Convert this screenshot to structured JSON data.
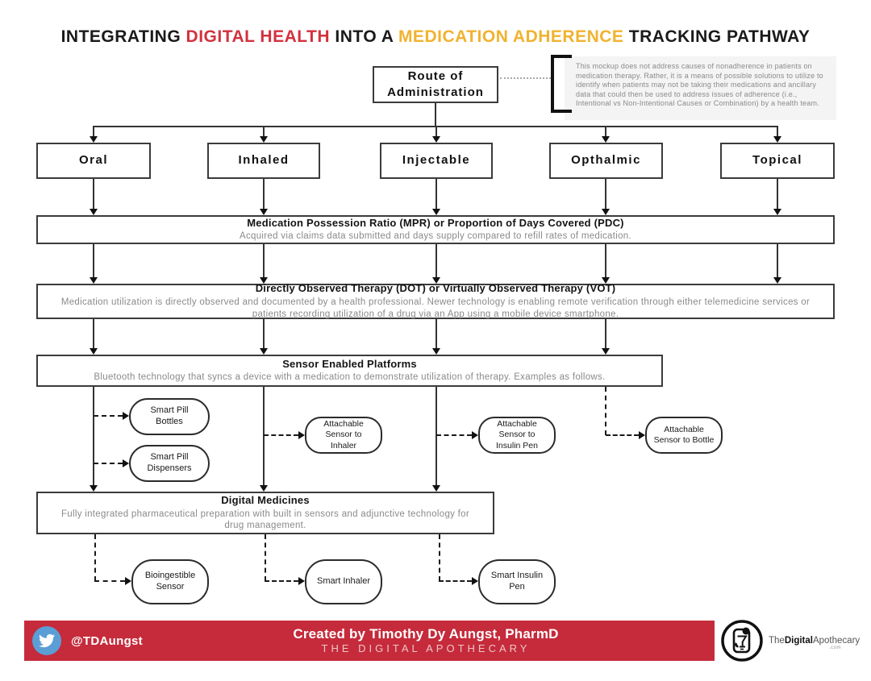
{
  "title": {
    "parts": [
      {
        "text": "INTEGRATING ",
        "color": "#1a1a1a"
      },
      {
        "text": "DIGITAL HEALTH",
        "color": "#d2323e"
      },
      {
        "text": " INTO A ",
        "color": "#1a1a1a"
      },
      {
        "text": "MEDICATION ADHERENCE",
        "color": "#f1b22f"
      },
      {
        "text": " TRACKING PATHWAY",
        "color": "#1a1a1a"
      }
    ]
  },
  "root": {
    "label": "Route of\nAdministration"
  },
  "note": {
    "text": "This mockup does not address causes of nonadherence in patients on medication therapy. Rather, it is a means of possible solutions to utilize to identify when patients may not be taking their medications and ancillary data that could then be used to address issues of adherence (i.e., Intentional vs Non-Intentional Causes or Combination) by a health team."
  },
  "routes": [
    {
      "label": "Oral"
    },
    {
      "label": "Inhaled"
    },
    {
      "label": "Injectable"
    },
    {
      "label": "Opthalmic"
    },
    {
      "label": "Topical"
    }
  ],
  "stages": [
    {
      "title": "Medication Possession Ratio (MPR) or Proportion of Days Covered (PDC)",
      "description": "Acquired via claims data submitted and days supply compared to refill rates of medication."
    },
    {
      "title": "Directly Observed Therapy (DOT) or Virtually Observed Therapy (VOT)",
      "description": "Medication utilization is directly observed and documented by a health professional. Newer technology is enabling remote verification through either telemedicine services or patients recording utilization of a drug via an App using a mobile device smartphone."
    },
    {
      "title": "Sensor Enabled Platforms",
      "description": "Bluetooth technology that syncs a device with a medication to demonstrate utilization of therapy. Examples as follows."
    },
    {
      "title": "Digital Medicines",
      "description": "Fully integrated pharmaceutical preparation with built in sensors and adjunctive technology for drug management."
    }
  ],
  "sensor_examples": [
    {
      "label": "Smart Pill Bottles"
    },
    {
      "label": "Smart Pill Dispensers"
    },
    {
      "label": "Attachable Sensor to Inhaler"
    },
    {
      "label": "Attachable Sensor to Insulin Pen"
    },
    {
      "label": "Attachable Sensor to Bottle"
    }
  ],
  "digital_examples": [
    {
      "label": "Bioingestible Sensor"
    },
    {
      "label": "Smart Inhaler"
    },
    {
      "label": "Smart Insulin Pen"
    }
  ],
  "footer": {
    "twitter_handle": "@TDAungst",
    "credit": "Created by Timothy Dy Aungst, PharmD",
    "site_name": "THE DIGITAL APOTHECARY",
    "logo_the": "The",
    "logo_digital": "Digital",
    "logo_apothecary": "Apothecary",
    "logo_tld": ".com",
    "bar_color": "#c52b3b",
    "twitter_blue": "#5b9ed6"
  },
  "colors": {
    "title_red": "#d2323e",
    "title_gold": "#f1b22f",
    "line": "#333333",
    "box_border": "#3b3b3b",
    "muted_text": "#8a8a8a",
    "note_bg": "#f4f4f4"
  }
}
